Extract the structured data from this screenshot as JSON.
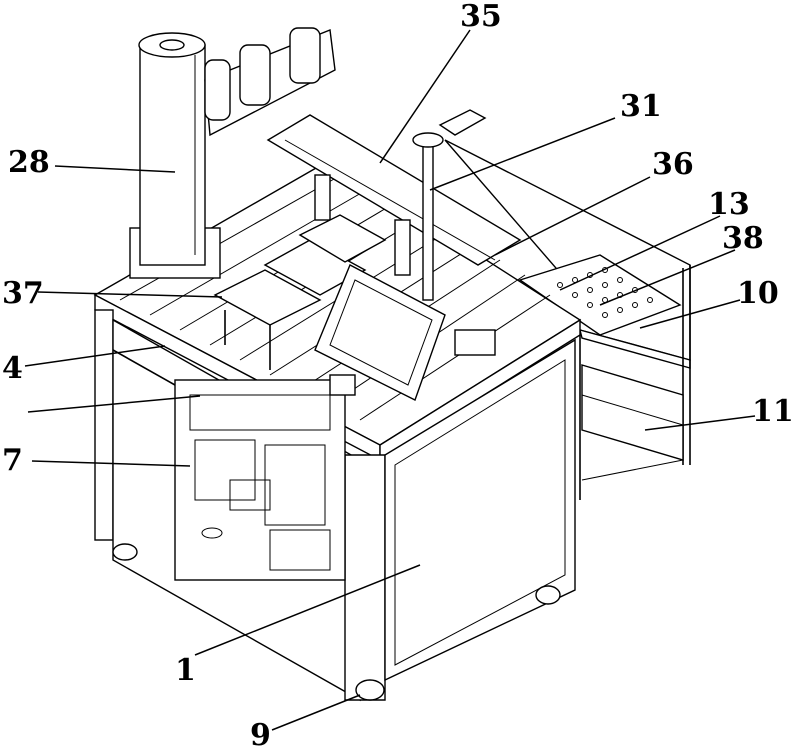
{
  "figure": {
    "labels": [
      {
        "id": "35",
        "text": "35"
      },
      {
        "id": "31",
        "text": "31"
      },
      {
        "id": "28",
        "text": "28"
      },
      {
        "id": "36",
        "text": "36"
      },
      {
        "id": "13",
        "text": "13"
      },
      {
        "id": "38",
        "text": "38"
      },
      {
        "id": "37",
        "text": "37"
      },
      {
        "id": "10",
        "text": "10"
      },
      {
        "id": "4",
        "text": "4"
      },
      {
        "id": "11",
        "text": "11"
      },
      {
        "id": "7",
        "text": "7"
      },
      {
        "id": "1",
        "text": "1"
      },
      {
        "id": "9",
        "text": "9"
      }
    ]
  }
}
